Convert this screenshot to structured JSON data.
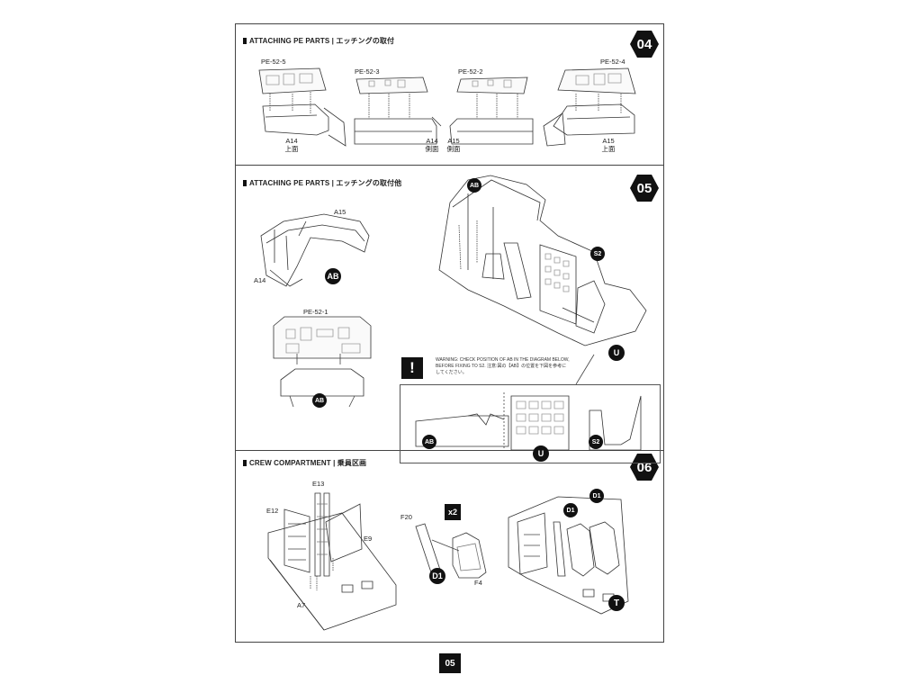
{
  "sections": [
    {
      "step": "04",
      "title": "ATTACHING PE PARTS | エッチングの取付"
    },
    {
      "step": "05",
      "title": "ATTACHING PE PARTS | エッチングの取付他"
    },
    {
      "step": "06",
      "title": "CREW COMPARTMENT | 乗員区画"
    }
  ],
  "step04": {
    "panel_labels": [
      "PE-52-5",
      "PE-52-3",
      "PE-52-2",
      "PE-52-4"
    ],
    "part_labels": [
      {
        "part": "A14",
        "note": "上面"
      },
      {
        "part": "A14",
        "note": "側面"
      },
      {
        "part": "A15",
        "note": "側面"
      },
      {
        "part": "A15",
        "note": "上面"
      }
    ]
  },
  "step05": {
    "labels": {
      "a15": "A15",
      "a14": "A14",
      "pe": "PE-52-1"
    },
    "markers": {
      "ab": "AB",
      "s2": "S2",
      "u": "U"
    },
    "warning": {
      "icon": "!",
      "text": "WARNING: CHECK POSITION OF AB IN THE DIAGRAM BELOW, BEFORE FIXING TO S2.  注意:図の【AB】の位置を下図を参考にしてください。"
    }
  },
  "step06": {
    "labels": {
      "e13": "E13",
      "e12": "E12",
      "e9": "E9",
      "a7": "A7",
      "f20": "F20",
      "f4": "F4"
    },
    "markers": {
      "d1": "D1"
    },
    "multiplier": "x2"
  },
  "page_number": "05",
  "colors": {
    "ink": "#111111",
    "line": "#444444",
    "paper": "#ffffff",
    "detail": "#999999"
  }
}
